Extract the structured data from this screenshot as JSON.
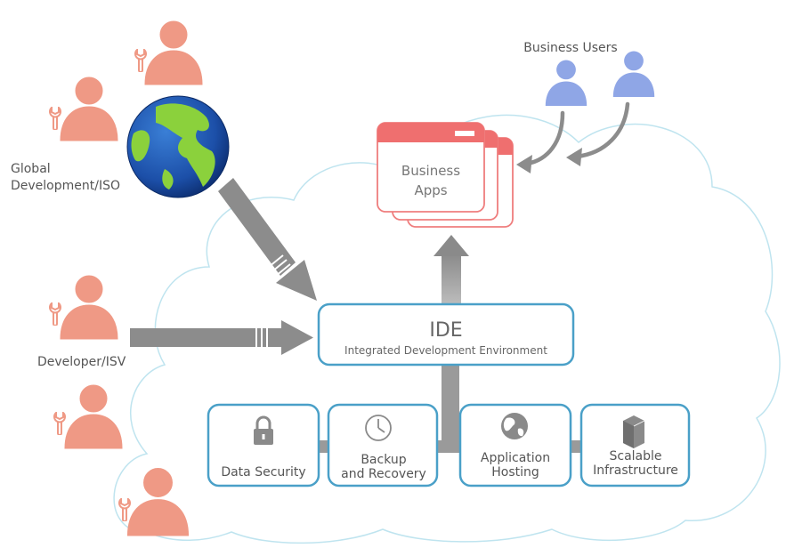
{
  "labels": {
    "global_dev": [
      "Global",
      "Development/ISO"
    ],
    "developer_isv": "Developer/ISV",
    "business_users": "Business Users",
    "business_apps": [
      "Business",
      "Apps"
    ],
    "ide_title": "IDE",
    "ide_subtitle": "Integrated Development Environment"
  },
  "services": [
    {
      "lines": [
        "Data Security"
      ],
      "icon": "lock-icon"
    },
    {
      "lines": [
        "Backup",
        "and Recovery"
      ],
      "icon": "clock-icon"
    },
    {
      "lines": [
        "Application",
        "Hosting"
      ],
      "icon": "globe-small-icon"
    },
    {
      "lines": [
        "Scalable",
        "Infrastructure"
      ],
      "icon": "server-icon"
    }
  ],
  "colors": {
    "developer": "#ef9985",
    "business_user": "#8fa6e6",
    "box_border": "#4aa0c8",
    "app_border": "#ef7e7e",
    "app_header": "#ef6f6f",
    "cloud_outline": "#bfe4ef",
    "arrow": "#8c8c8c",
    "text": "#666666"
  }
}
